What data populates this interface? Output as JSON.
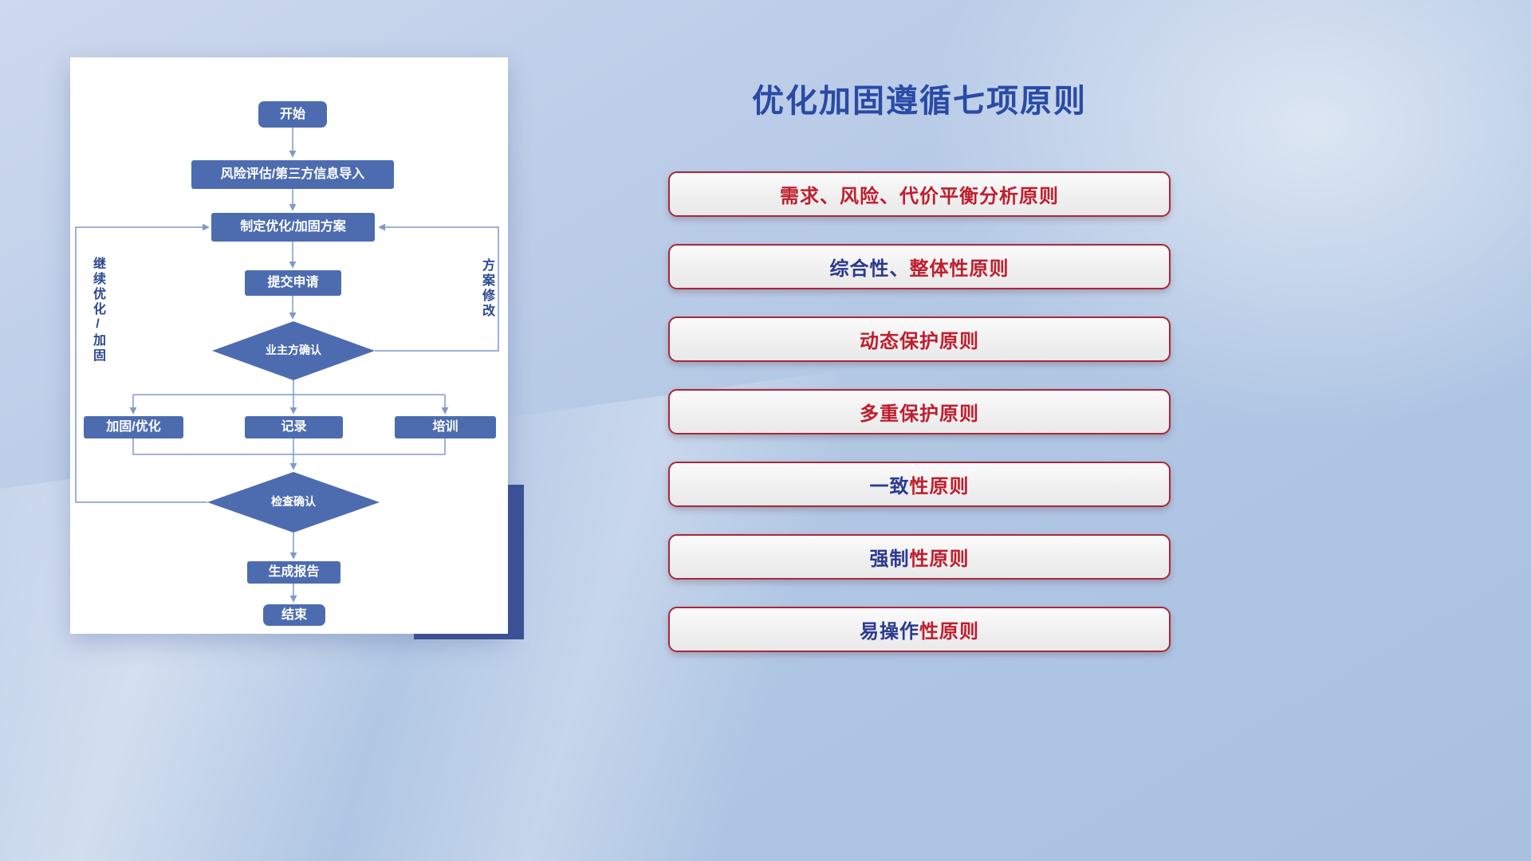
{
  "flowchart": {
    "nodes": {
      "start": "开始",
      "risk_import": "风险评估/第三方信息导入",
      "make_plan": "制定优化/加固方案",
      "submit": "提交申请",
      "owner_confirm": "业主方确认",
      "harden": "加固/优化",
      "record": "记录",
      "train": "培训",
      "check_confirm": "检查确认",
      "report": "生成报告",
      "end": "结束"
    },
    "labels": {
      "left_loop": "继续优化/加固",
      "right_loop": "方案修改"
    }
  },
  "principles": {
    "title": "优化加固遵循七项原则",
    "items": [
      {
        "navy": "",
        "red": "需求、风险、代价平衡分析原则"
      },
      {
        "navy": "综合性、",
        "red": "整体性原则"
      },
      {
        "navy": "",
        "red": "动态保护原则"
      },
      {
        "navy": "",
        "red": "多重保护原则"
      },
      {
        "navy": "一致",
        "red": "性原则"
      },
      {
        "navy": "强制",
        "red": "性原则"
      },
      {
        "navy": "易操作",
        "red": "性原则"
      }
    ]
  },
  "colors": {
    "accent_red": "#bf1e2e",
    "accent_navy": "#2b3990",
    "node_blue": "#4d6cb0",
    "connector_blue": "#7e99cc",
    "title_blue": "#2a4aa5"
  }
}
